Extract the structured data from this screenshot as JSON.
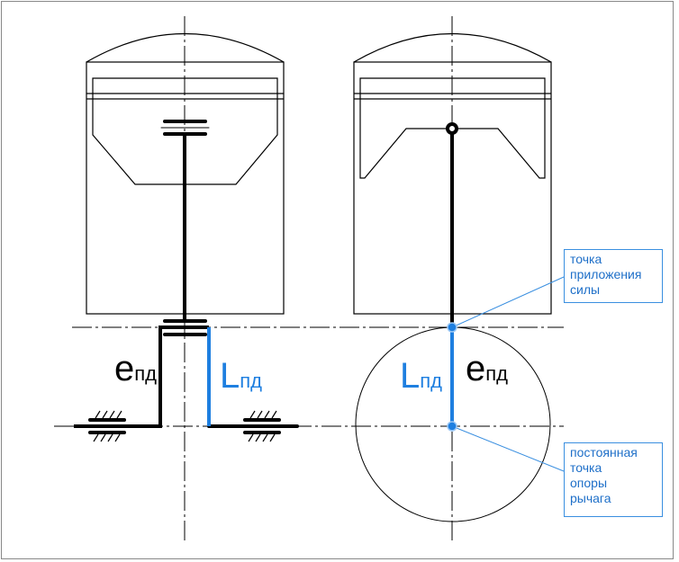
{
  "labels": {
    "e_symbol": "e",
    "L_symbol": "L",
    "subscript": "пд"
  },
  "callouts": {
    "force_point": [
      "точка",
      "приложения",
      "силы"
    ],
    "pivot_point": [
      "постоянная",
      "точка",
      "опоры",
      "рычага"
    ]
  },
  "colors": {
    "accent": "#1e7fe0",
    "line": "#000000"
  }
}
